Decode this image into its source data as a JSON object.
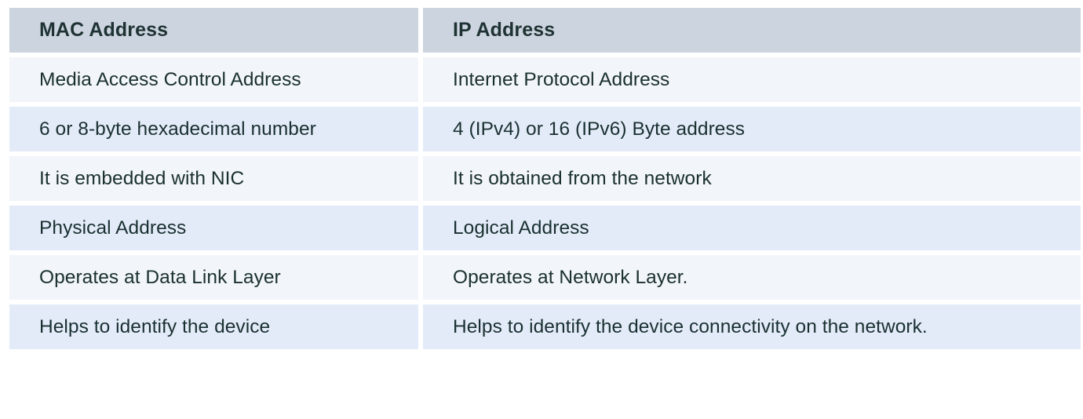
{
  "table": {
    "columns": [
      {
        "key": "mac",
        "header": "MAC Address"
      },
      {
        "key": "ip",
        "header": "IP Address"
      }
    ],
    "rows": [
      {
        "mac": "Media Access Control Address",
        "ip": "Internet Protocol Address"
      },
      {
        "mac": "6 or 8-byte hexadecimal number",
        "ip": "4 (IPv4) or 16 (IPv6) Byte address"
      },
      {
        "mac": "It is embedded with NIC",
        "ip": "It is obtained from the network"
      },
      {
        "mac": "Physical Address",
        "ip": "Logical Address"
      },
      {
        "mac": "Operates at Data Link Layer",
        "ip": "Operates at Network Layer."
      },
      {
        "mac": "Helps to identify the device",
        "ip": "Helps to identify the device connectivity on the network."
      }
    ],
    "colors": {
      "header_background": "#ccd4e0",
      "header_text": "#1f3333",
      "row_odd_background": "#f2f5f9",
      "row_even_background": "#e3ebf9",
      "body_text": "#1a3030",
      "page_background": "#ffffff"
    }
  }
}
